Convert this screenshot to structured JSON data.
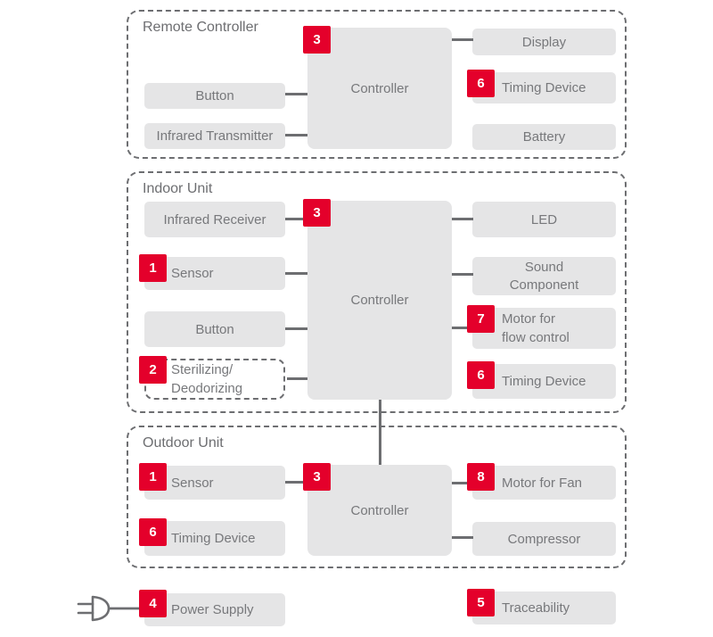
{
  "diagram": {
    "sections": [
      {
        "label": "Remote Controller",
        "controller": {
          "label": "Controller",
          "badge": "3"
        },
        "left": [
          {
            "label": "Button"
          },
          {
            "label": "Infrared Transmitter"
          }
        ],
        "right": [
          {
            "label": "Display"
          },
          {
            "label": "Timing Device",
            "badge": "6"
          },
          {
            "label": "Battery"
          }
        ]
      },
      {
        "label": "Indoor Unit",
        "controller": {
          "label": "Controller",
          "badge": "3"
        },
        "left": [
          {
            "label": "Infrared Receiver"
          },
          {
            "label": "Sensor",
            "badge": "1"
          },
          {
            "label": "Button"
          },
          {
            "line1": "Sterilizing/",
            "line2": "Deodorizing",
            "badge": "2"
          }
        ],
        "right": [
          {
            "label": "LED"
          },
          {
            "line1": "Sound",
            "line2": "Component"
          },
          {
            "line1": "Motor for",
            "line2": "flow control",
            "badge": "7"
          },
          {
            "label": "Timing Device",
            "badge": "6"
          }
        ]
      },
      {
        "label": "Outdoor Unit",
        "controller": {
          "label": "Controller",
          "badge": "3"
        },
        "left": [
          {
            "label": "Sensor",
            "badge": "1"
          },
          {
            "label": "Timing Device",
            "badge": "6"
          }
        ],
        "right": [
          {
            "label": "Motor for Fan",
            "badge": "8"
          },
          {
            "label": "Compressor"
          }
        ]
      }
    ],
    "footer": {
      "power_supply": {
        "label": "Power Supply",
        "badge": "4"
      },
      "traceability": {
        "label": "Traceability",
        "badge": "5"
      }
    },
    "icons": {
      "power_plug": "power-plug-icon"
    }
  },
  "colors": {
    "badge": "#e4002b",
    "badge_text": "#ffffff",
    "box_fill": "#e5e5e6",
    "text": "#77787b",
    "line": "#6d6e71",
    "background": "#ffffff"
  }
}
